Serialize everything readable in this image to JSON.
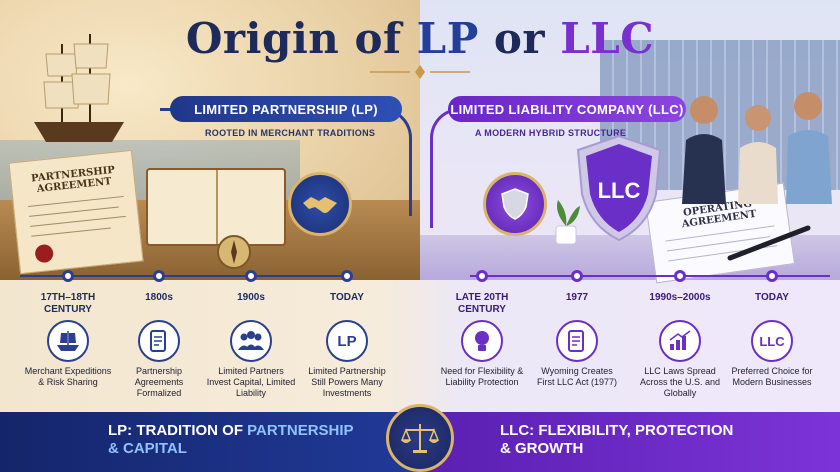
{
  "header": {
    "title_prefix": "Origin of ",
    "title_lp": "LP",
    "title_mid": " or ",
    "title_llc": "LLC"
  },
  "left_panel": {
    "banner": "LIMITED PARTNERSHIP (LP)",
    "subtitle": "ROOTED IN MERCHANT TRADITIONS",
    "document_title": "PARTNERSHIP AGREEMENT"
  },
  "right_panel": {
    "banner": "LIMITED LIABILITY COMPANY (LLC)",
    "subtitle": "A MODERN HYBRID STRUCTURE",
    "shield_label": "LLC",
    "document_title": "OPERATING AGREEMENT"
  },
  "timeline_lp": [
    {
      "era": "17TH–18TH CENTURY",
      "icon": "ship-icon",
      "desc": "Merchant Expeditions & Risk Sharing"
    },
    {
      "era": "1800s",
      "icon": "document-icon",
      "desc": "Partnership Agreements Formalized"
    },
    {
      "era": "1900s",
      "icon": "people-icon",
      "desc": "Limited Partners Invest Capital, Limited Liability"
    },
    {
      "era": "TODAY",
      "icon": "lp-badge-icon",
      "badge": "LP",
      "desc": "Limited Partnership Still Powers Many Investments"
    }
  ],
  "timeline_llc": [
    {
      "era": "LATE 20TH CENTURY",
      "icon": "lightbulb-icon",
      "desc": "Need for Flexibility & Liability Protection"
    },
    {
      "era": "1977",
      "icon": "document-icon",
      "desc": "Wyoming Creates First LLC Act (1977)"
    },
    {
      "era": "1990s–2000s",
      "icon": "growth-chart-icon",
      "desc": "LLC Laws Spread Across the U.S. and Globally"
    },
    {
      "era": "TODAY",
      "icon": "llc-badge-icon",
      "badge": "LLC",
      "desc": "Preferred Choice for Modern Businesses"
    }
  ],
  "footer": {
    "lp_prefix": "LP: TRADITION OF ",
    "lp_highlight": "PARTNERSHIP",
    "lp_line2": "& CAPITAL",
    "llc_line1": "LLC: FLEXIBILITY, PROTECTION",
    "llc_line2": "& GROWTH"
  },
  "colors": {
    "lp_primary": "#2a3f8f",
    "llc_primary": "#6a2fc6",
    "gold_accent": "#d9b46a"
  }
}
